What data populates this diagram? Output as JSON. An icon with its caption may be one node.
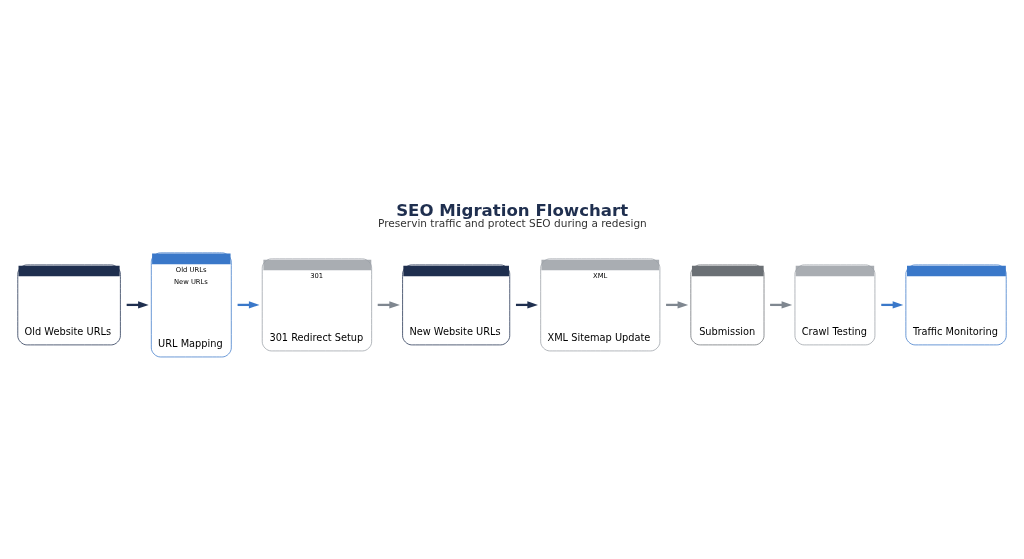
{
  "diagram": {
    "title": "SEO Migration Flowchart",
    "caption": "Preservin traffic and protect SEO during a redesign",
    "nodes": [
      {
        "text": [
          "Old Website URLs"
        ]
      },
      {
        "text": [
          "Old URLs",
          "New URLs",
          "URL Mapping"
        ]
      },
      {
        "text": [
          "301",
          "301 Redirect Setup"
        ]
      },
      {
        "text": [
          "New Website URLs"
        ]
      },
      {
        "text": [
          "XML",
          "XML Sitemap Update"
        ]
      },
      {
        "text": [
          "Submission"
        ]
      },
      {
        "text": [
          "Crawl Testing"
        ]
      },
      {
        "text": [
          "Traffic Monitoring"
        ]
      }
    ],
    "edges": [
      {
        "from": 0,
        "to": 1,
        "arrow": "to",
        "color": "#1f2f4f"
      },
      {
        "from": 1,
        "to": 2,
        "arrow": "to",
        "color": "#3a78c9"
      },
      {
        "from": 2,
        "to": 3,
        "arrow": "to"
      },
      {
        "from": 3,
        "to": 4,
        "arrow": "to",
        "color": "#1f2f4f"
      },
      {
        "from": 4,
        "to": 5,
        "arrow": "to"
      },
      {
        "from": 5,
        "to": 6,
        "arrow": "to"
      },
      {
        "from": 6,
        "to": 7,
        "arrow": "to",
        "color": "#3a78c9"
      }
    ]
  }
}
